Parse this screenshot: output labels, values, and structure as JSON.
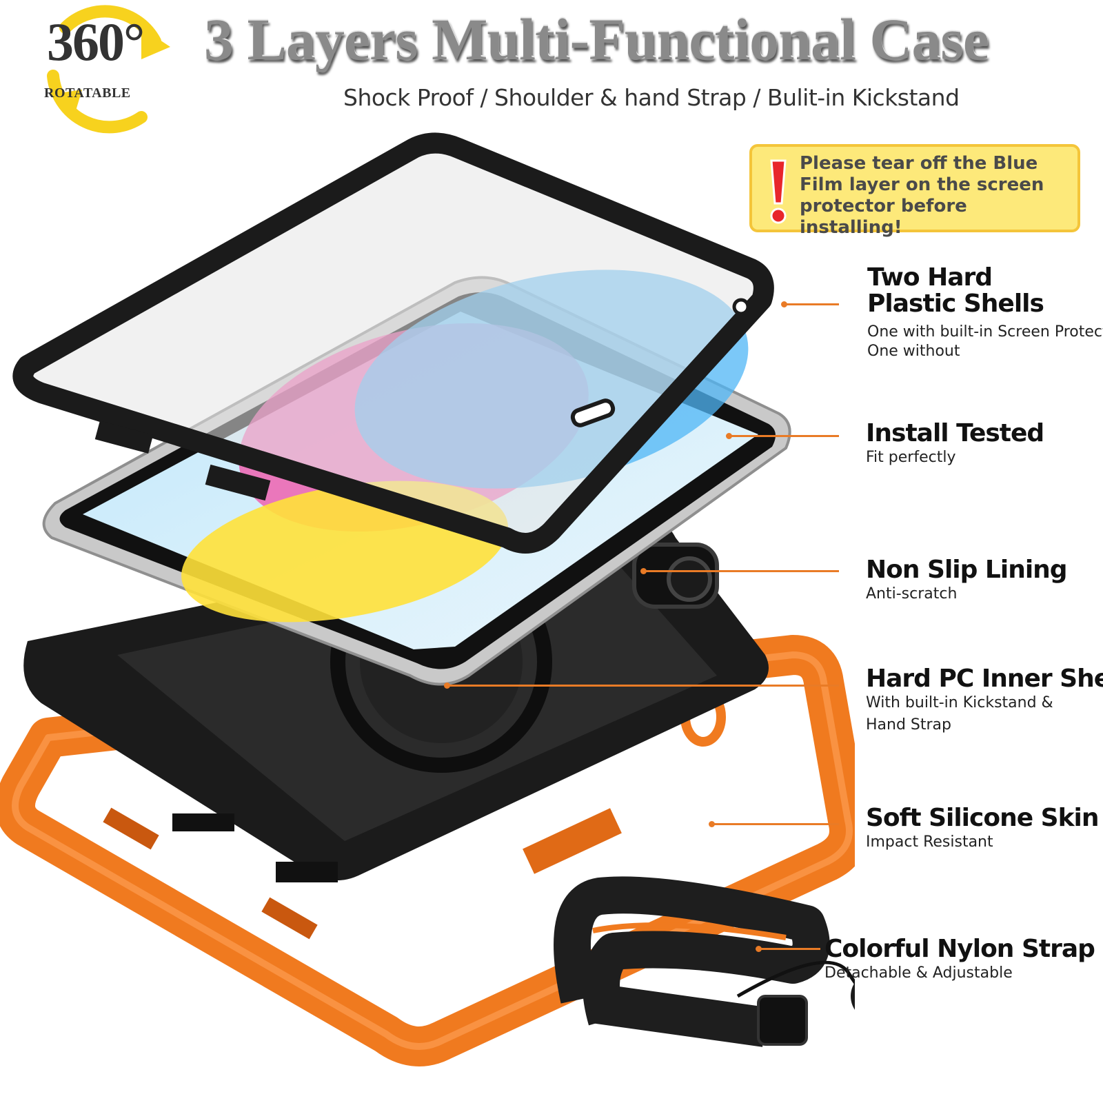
{
  "badge": {
    "number": "360°",
    "label": "ROTATABLE"
  },
  "header": {
    "title": "3 Layers Multi-Functional Case",
    "subtitle": "Shock Proof / Shoulder & hand Strap / Bulit-in Kickstand"
  },
  "notice": {
    "icon": "exclamation-icon",
    "text": "Please tear off the Blue Film layer on the screen protector before installing!"
  },
  "features": [
    {
      "title": "Two Hard Plastic Shells",
      "desc": [
        "One with built-in Screen Protector",
        "One without"
      ]
    },
    {
      "title": "Install Tested",
      "desc": [
        "Fit perfectly"
      ]
    },
    {
      "title": "Non Slip Lining",
      "desc": [
        "Anti-scratch"
      ]
    },
    {
      "title": "Hard PC Inner Shell",
      "desc": [
        "With built-in Kickstand &",
        "Hand Strap"
      ]
    },
    {
      "title": "Soft Silicone Skin",
      "desc": [
        "Impact Resistant"
      ]
    },
    {
      "title": "Colorful Nylon Strap",
      "desc": [
        "Detachable & Adjustable"
      ]
    }
  ],
  "colors": {
    "accent_orange": "#e97b26",
    "notice_yellow": "#fde97a",
    "notice_border": "#f4c53a",
    "rotate_arrow_yellow": "#f7d21e",
    "shell_black": "#1b1b1b"
  }
}
